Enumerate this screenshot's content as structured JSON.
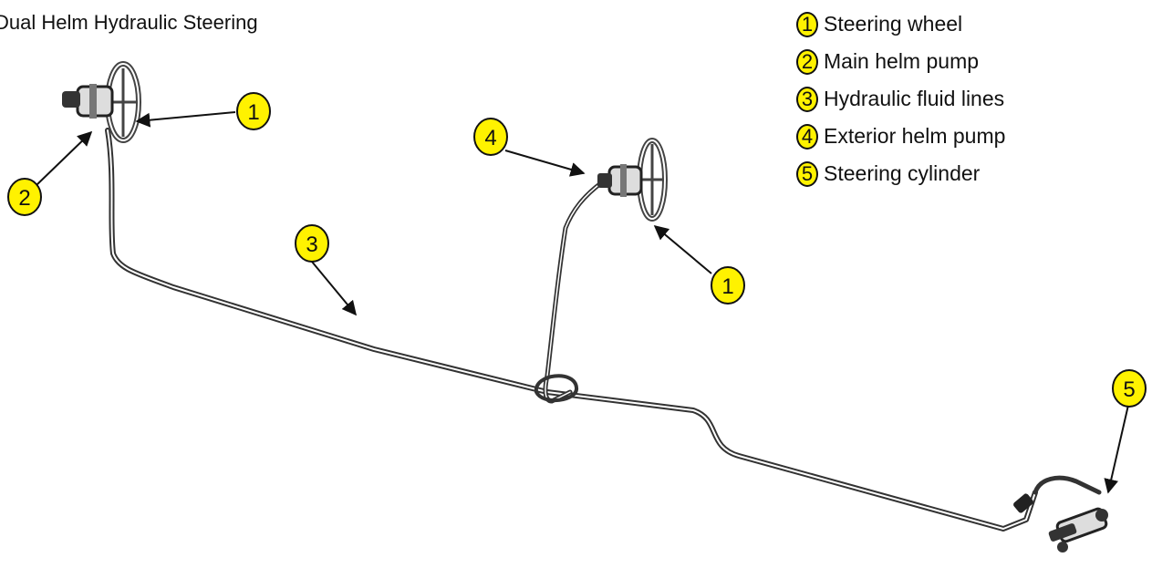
{
  "title": "Dual Helm Hydraulic Steering",
  "colors": {
    "badge_fill": "#fff200",
    "badge_stroke": "#111111",
    "line": "#333333",
    "arrow": "#111111"
  },
  "legend": [
    {
      "number": "1",
      "label": "Steering wheel"
    },
    {
      "number": "2",
      "label": "Main helm pump"
    },
    {
      "number": "3",
      "label": "Hydraulic fluid lines"
    },
    {
      "number": "4",
      "label": "Exterior helm pump"
    },
    {
      "number": "5",
      "label": "Steering cylinder"
    }
  ],
  "callouts": [
    {
      "number": "1",
      "target": "main-steering-wheel"
    },
    {
      "number": "2",
      "target": "main-helm-pump"
    },
    {
      "number": "3",
      "target": "hydraulic-fluid-lines"
    },
    {
      "number": "4",
      "target": "exterior-helm-pump"
    },
    {
      "number": "1",
      "target": "exterior-steering-wheel"
    },
    {
      "number": "5",
      "target": "steering-cylinder"
    }
  ]
}
